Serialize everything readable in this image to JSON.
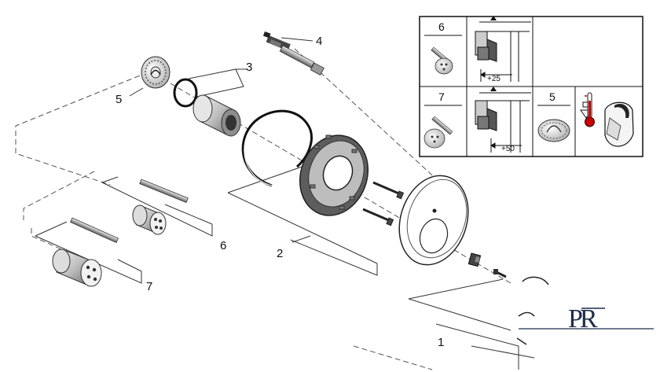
{
  "callouts": {
    "c1": "1",
    "c2": "2",
    "c3": "3",
    "c4": "4",
    "c5": "5",
    "c6": "6",
    "c7": "7"
  },
  "detail_panel": {
    "cell_6_label": "6",
    "cell_7_label": "7",
    "cell_5_label": "5",
    "dim_25": "+25",
    "dim_50": "+50"
  },
  "logo_text": "PR"
}
